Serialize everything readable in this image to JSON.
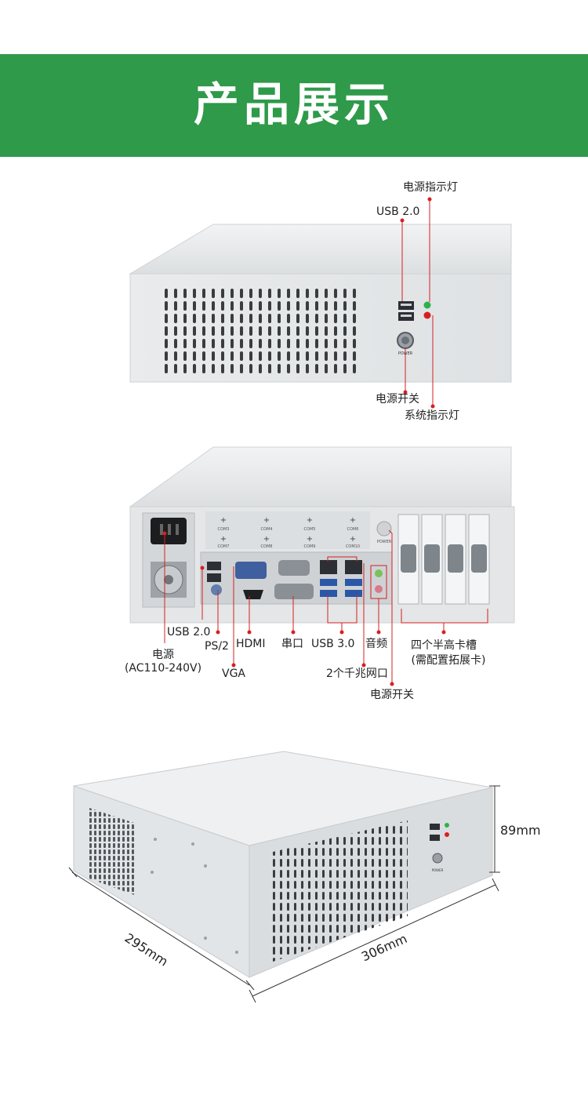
{
  "header": {
    "title": "产品展示"
  },
  "front_view": {
    "labels": {
      "power_indicator": "电源指示灯",
      "usb2": "USB 2.0",
      "power_switch": "电源开关",
      "system_indicator": "系统指示灯",
      "panel_power_text": "POWER"
    }
  },
  "rear_view": {
    "com_labels": [
      "COM3",
      "COM4",
      "COM5",
      "COM6",
      "COM7",
      "COM8",
      "COM9",
      "COM10"
    ],
    "panel_power_text": "POWER",
    "labels": {
      "usb2": "USB 2.0",
      "ps2": "PS/2",
      "hdmi": "HDMI",
      "serial": "串口",
      "usb3": "USB 3.0",
      "audio": "音频",
      "slots_line1": "四个半高卡槽",
      "slots_line2": "(需配置拓展卡)",
      "power_line1": "电源",
      "power_line2": "(AC110-240V)",
      "vga": "VGA",
      "lan": "2个千兆网口",
      "power_switch": "电源开关"
    }
  },
  "dimension_view": {
    "height": "89mm",
    "depth": "295mm",
    "width": "306mm",
    "panel_power_text": "POWER"
  },
  "colors": {
    "banner": "#2e9a4a",
    "callout": "#d62020",
    "case": "#e6e8ea"
  }
}
